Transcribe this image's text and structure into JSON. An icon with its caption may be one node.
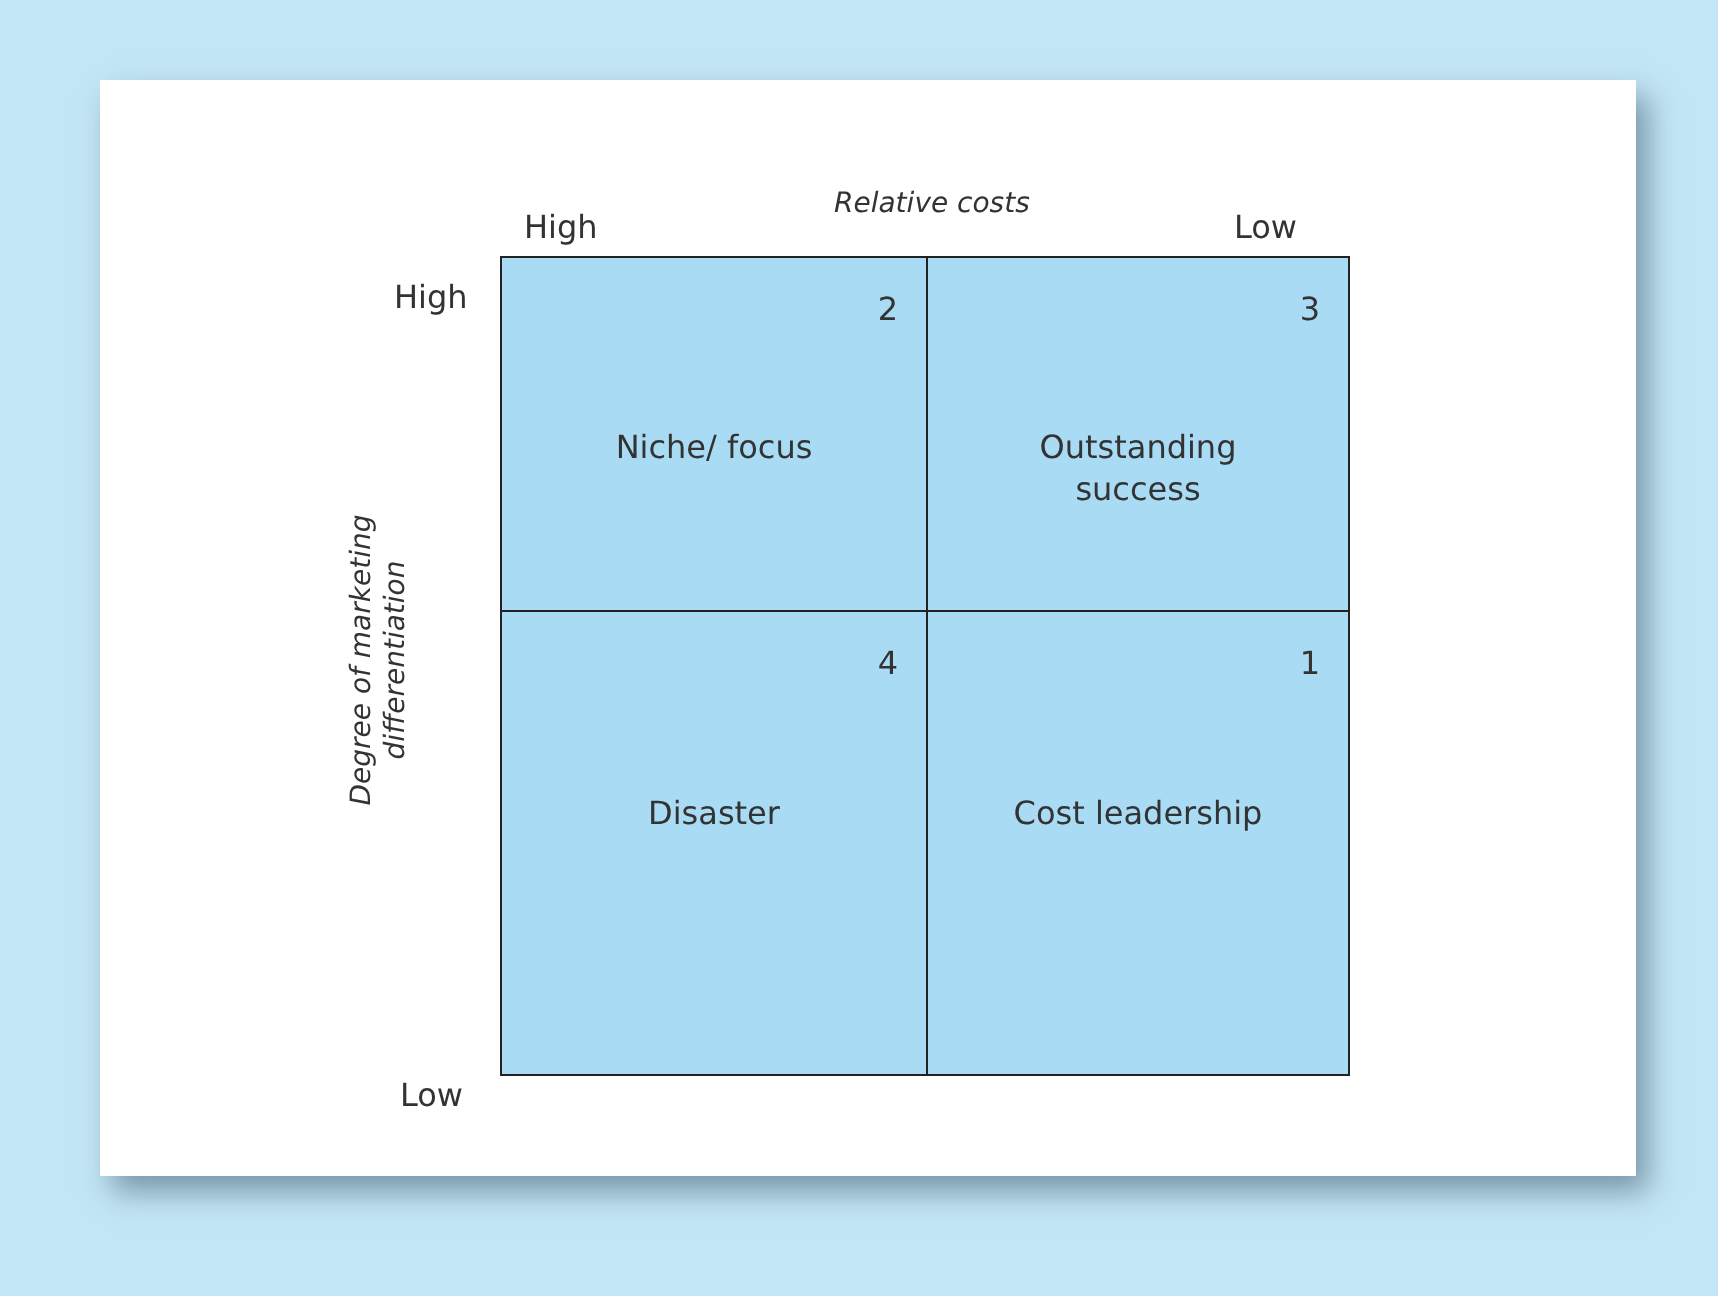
{
  "diagram": {
    "nodes": [
      {
        "text": [
          "2",
          "Niche/ focus"
        ]
      },
      {
        "text": [
          "3",
          "Outstanding success"
        ]
      },
      {
        "text": [
          "4",
          "Disaster"
        ]
      },
      {
        "text": [
          "1",
          "Cost leadership"
        ]
      }
    ],
    "labels": [
      "High",
      "Relative costs",
      "Low",
      "High",
      "Degree of marketing differentiation",
      "Low"
    ]
  }
}
